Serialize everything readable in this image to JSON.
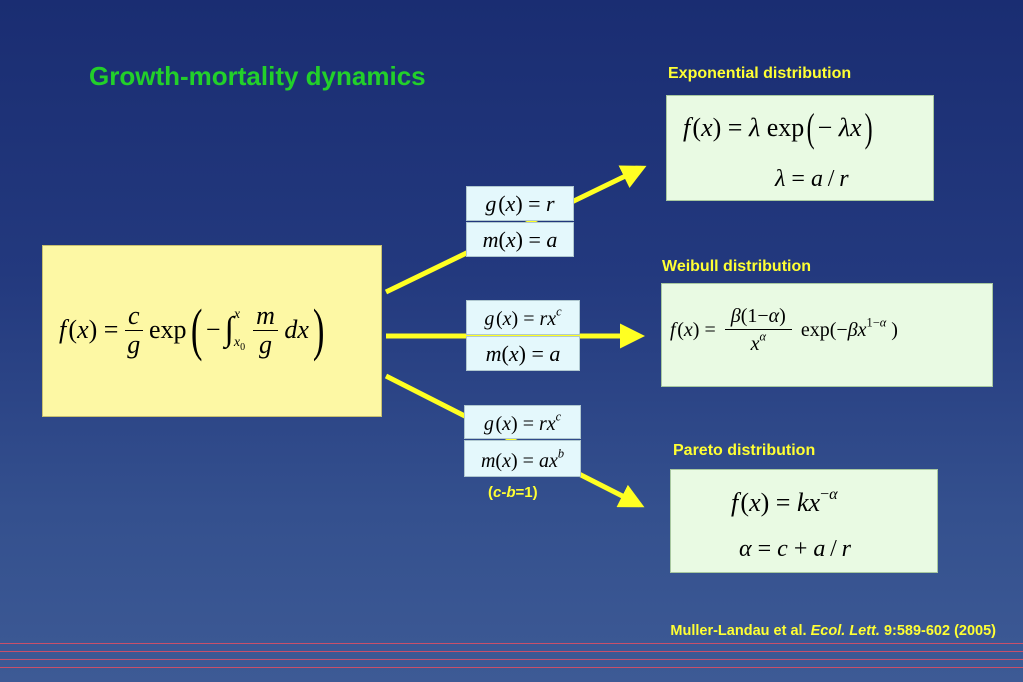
{
  "title": "Growth-mortality dynamics",
  "labels": {
    "exponential": "Exponential distribution",
    "weibull": "Weibull distribution",
    "pareto": "Pareto distribution",
    "condition_open": "(",
    "condition_c": "c",
    "condition_dash": "-",
    "condition_b": "b",
    "condition_rest": "=1)"
  },
  "citation": {
    "authors": "Muller-Landau et al.",
    "journal": "Ecol. Lett.",
    "details": "9:589-602 (2005)"
  },
  "colors": {
    "title": "#22d02a",
    "labels": "#ffff33",
    "arrow": "#ffff22",
    "main_box": "#fdf8a4",
    "result_box": "#e9fae3",
    "condition_box": "#e4f8fc"
  }
}
